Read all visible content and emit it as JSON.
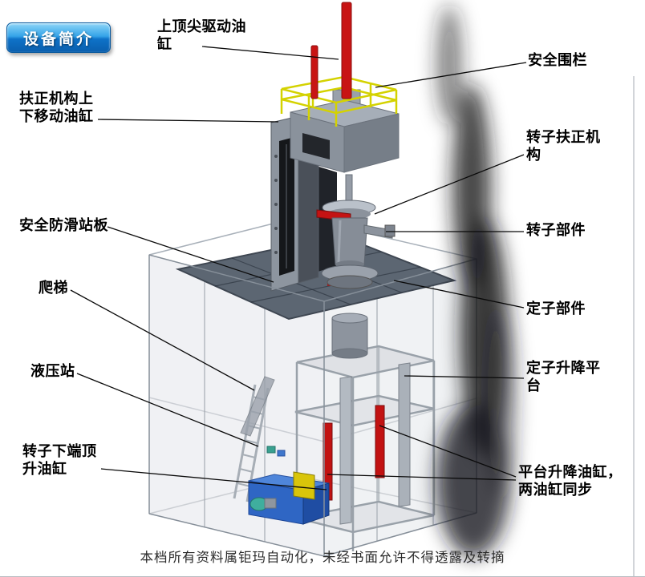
{
  "badge": {
    "label": "设备简介"
  },
  "annotations": {
    "top_tip_cylinder": "上顶尖驱动油\n缸",
    "safety_fence": "安全围栏",
    "centering_cylinder": "扶正机构上\n下移动油缸",
    "rotor_centering": "转子扶正机\n构",
    "antislip_board": "安全防滑站板",
    "rotor_component": "转子部件",
    "ladder": "爬梯",
    "stator_component": "定子部件",
    "hydraulic_station": "液压站",
    "stator_lift_platform": "定子升降平\n台",
    "rotor_bottom_jack": "转子下端顶\n升油缸",
    "platform_lift_cylinders": "平台升降油缸，\n两油缸同步"
  },
  "footer": {
    "text": "本档所有资料属钜玛自动化，未经书面允许不得透露及转摘"
  },
  "colors": {
    "badge_blue": "#0e72c8",
    "cylinder_red": "#c21212",
    "railing_yellow": "#d4d200",
    "hydraulic_blue": "#2f66c4",
    "structure_gray": "#8d959f",
    "platform_gray": "#5c6672"
  }
}
